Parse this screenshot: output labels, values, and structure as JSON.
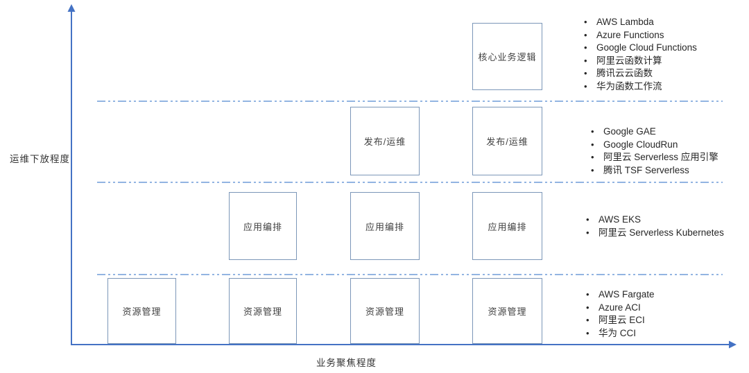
{
  "colors": {
    "axis": "#4472C4",
    "divider": "#6F9BD8",
    "box_border": "#7B96B8",
    "box_text": "#404040",
    "list_text": "#262626"
  },
  "axes": {
    "y_label": "运维下放程度",
    "x_label": "业务聚焦程度"
  },
  "bullet_glyph": "•",
  "layers": [
    {
      "boxes": [
        "核心业务逻辑"
      ],
      "products": [
        "AWS Lambda",
        "Azure Functions",
        "Google Cloud Functions",
        "阿里云函数计算",
        "腾讯云云函数",
        "华为函数工作流"
      ]
    },
    {
      "boxes": [
        "发布/运维",
        "发布/运维"
      ],
      "products": [
        "Google GAE",
        "Google CloudRun",
        "阿里云 Serverless 应用引擎",
        "腾讯 TSF Serverless"
      ]
    },
    {
      "boxes": [
        "应用编排",
        "应用编排",
        "应用编排"
      ],
      "products": [
        "AWS EKS",
        "阿里云 Serverless Kubernetes"
      ]
    },
    {
      "boxes": [
        "资源管理",
        "资源管理",
        "资源管理",
        "资源管理"
      ],
      "products": [
        "AWS Fargate",
        "Azure ACI",
        "阿里云 ECI",
        "华为 CCI"
      ]
    }
  ]
}
